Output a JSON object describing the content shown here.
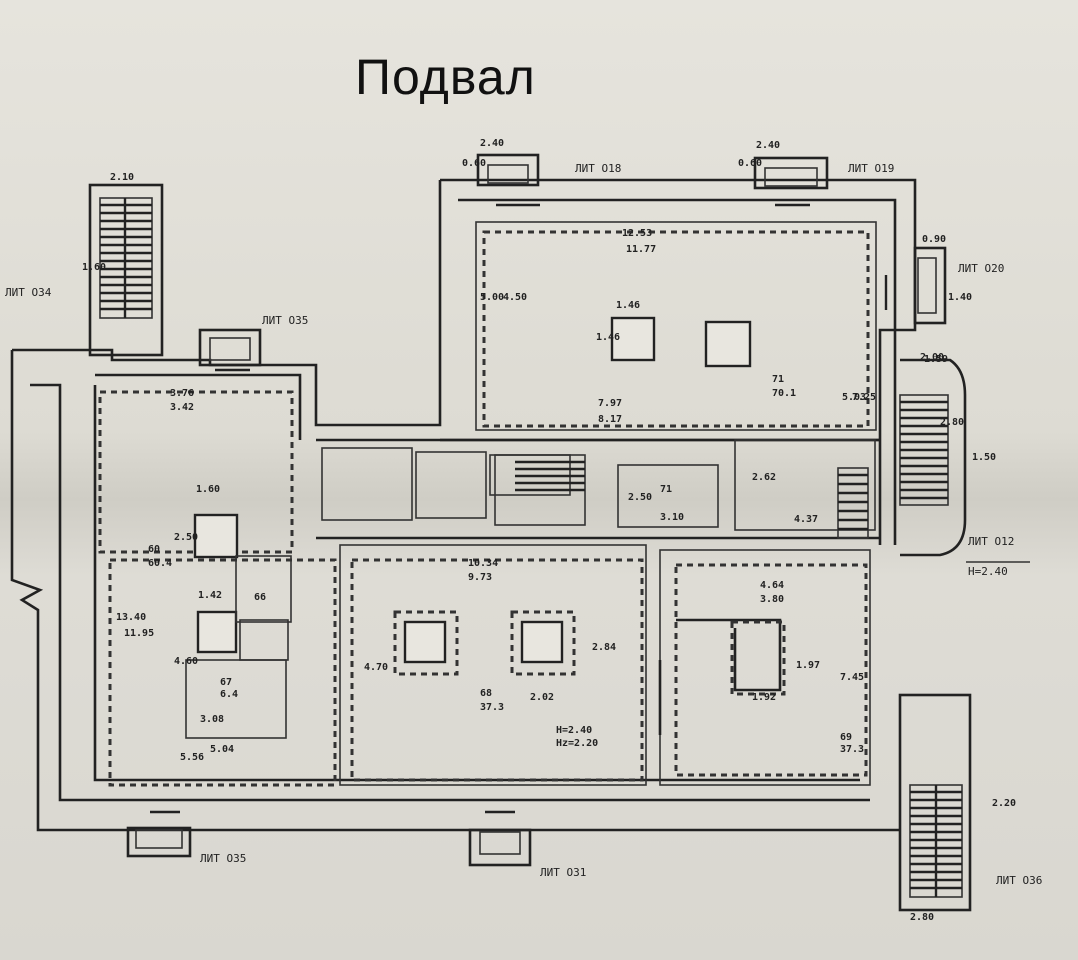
{
  "title": "Подвал",
  "lit_labels": [
    "ЛИТ О18",
    "ЛИТ О19",
    "ЛИТ О20",
    "ЛИТ О34",
    "ЛИТ О35",
    "ЛИТ О12",
    "ЛИТ О35",
    "ЛИТ О31",
    "ЛИТ О36"
  ],
  "height_note": "Н=2.40",
  "dims": [
    "2.10",
    "1.60",
    "2.40",
    "0.60",
    "2.40",
    "0.60",
    "0.90",
    "1.40",
    "2.00",
    "1.50",
    "12.53",
    "11.77",
    "5.00",
    "4.50",
    "1.46",
    "1.46",
    "7.97",
    "8.17",
    "71",
    "70.1",
    "5.03",
    "7.25",
    "3.76",
    "3.42",
    "1.60",
    "2.50",
    "60",
    "60.4",
    "1.42",
    "66",
    "13.40",
    "11.95",
    "4.60",
    "67",
    "6.4",
    "3.08",
    "5.04",
    "10.34",
    "9.73",
    "2.84",
    "68",
    "37.3",
    "2.02",
    "H=2.40",
    "Hz=2.20",
    "4.70",
    "4.64",
    "3.80",
    "1.97",
    "1.92",
    "7.45",
    "69",
    "37.3",
    "2.50",
    "71",
    "3.10",
    "2.62",
    "4.37",
    "1.59",
    "2.80",
    "2.80",
    "2.20",
    "5.56"
  ]
}
